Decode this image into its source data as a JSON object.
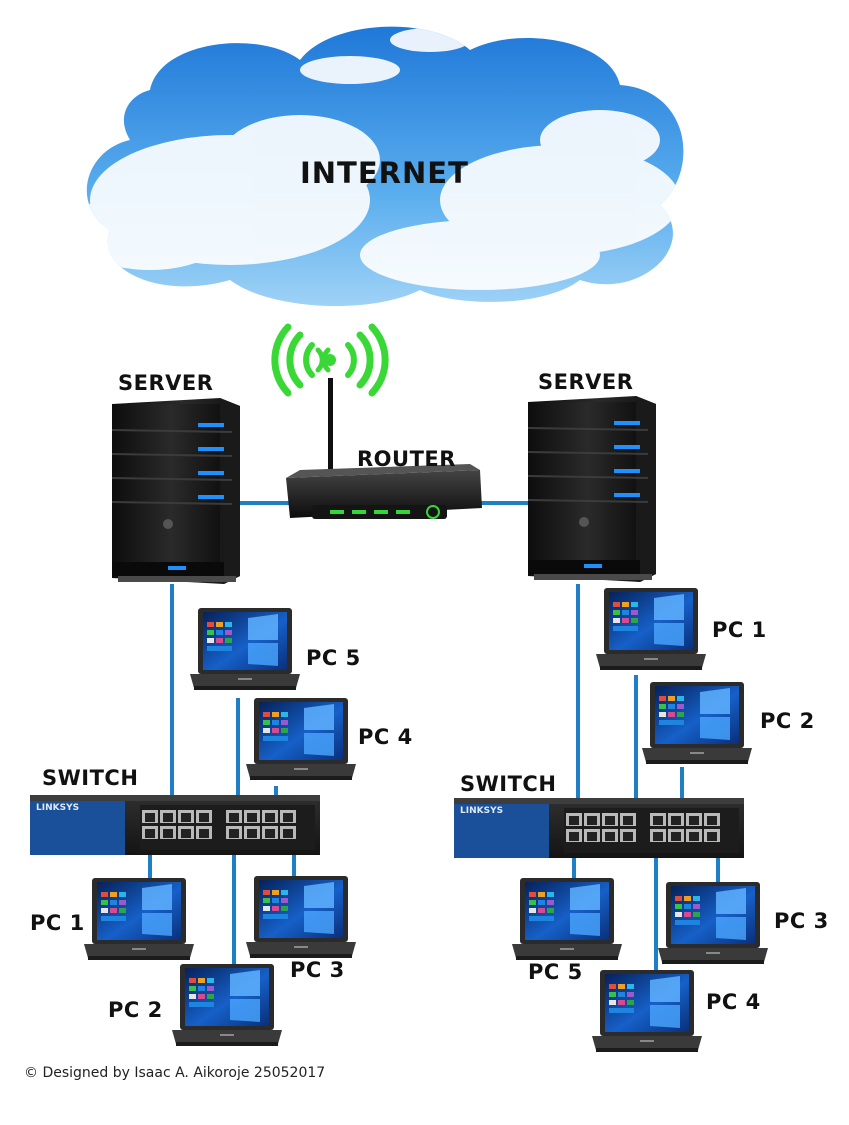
{
  "internet": {
    "label": "INTERNET"
  },
  "router": {
    "label": "ROUTER"
  },
  "left_network": {
    "server_label": "SERVER",
    "switch_label": "SWITCH",
    "switch_brand": "LINKSYS",
    "pcs": [
      "PC 5",
      "PC 4",
      "PC 1",
      "PC 3",
      "PC 2"
    ]
  },
  "right_network": {
    "server_label": "SERVER",
    "switch_label": "SWITCH",
    "switch_brand": "LINKSYS",
    "pcs": [
      "PC 1",
      "PC 2",
      "PC 5",
      "PC 3",
      "PC 4"
    ]
  },
  "credit": "© Designed by Isaac A. Aikoroje 25052017",
  "colors": {
    "cable": "#1e7fc4",
    "wifi": "#39d836",
    "server_led": "#1e90ff",
    "router_led": "#35d63a",
    "sky": "#3f96e6"
  }
}
